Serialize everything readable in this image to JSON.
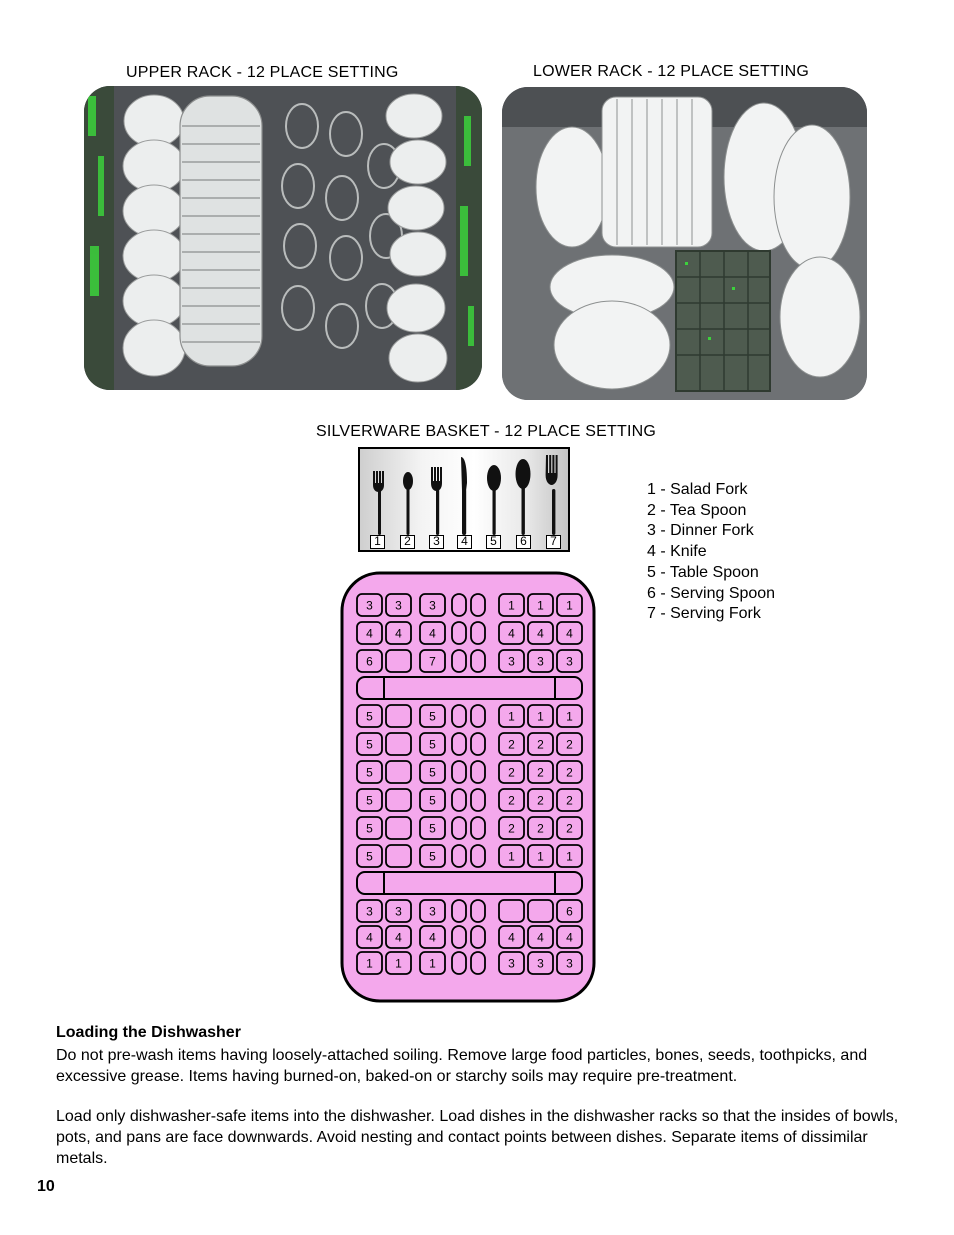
{
  "captions": {
    "upper_rack": "UPPER RACK - 12 PLACE SETTING",
    "lower_rack": "LOWER RACK - 12 PLACE SETTING",
    "silverware_basket": "SILVERWARE BASKET - 12 PLACE SETTING"
  },
  "utensil_labels": [
    "1",
    "2",
    "3",
    "4",
    "5",
    "6",
    "7"
  ],
  "legend": [
    "1 - Salad Fork",
    "2 - Tea Spoon",
    "3 - Dinner Fork",
    "4 - Knife",
    "5 - Table Spoon",
    "6 - Serving Spoon",
    "7 - Serving Fork"
  ],
  "basket_colors": {
    "fill": "#f4a8ec",
    "outline": "#000000"
  },
  "basket_rows": [
    [
      "3",
      "3",
      "3",
      "",
      "",
      "1",
      "1",
      "1"
    ],
    [
      "4",
      "4",
      "4",
      "",
      "",
      "4",
      "4",
      "4"
    ],
    [
      "6",
      "",
      "7",
      "",
      "",
      "3",
      "3",
      "3"
    ],
    [
      "5",
      "",
      "5",
      "",
      "",
      "1",
      "1",
      "1"
    ],
    [
      "5",
      "",
      "5",
      "",
      "",
      "2",
      "2",
      "2"
    ],
    [
      "5",
      "",
      "5",
      "",
      "",
      "2",
      "2",
      "2"
    ],
    [
      "5",
      "",
      "5",
      "",
      "",
      "2",
      "2",
      "2"
    ],
    [
      "5",
      "",
      "5",
      "",
      "",
      "2",
      "2",
      "2"
    ],
    [
      "5",
      "",
      "5",
      "",
      "",
      "1",
      "1",
      "1"
    ],
    [
      "3",
      "3",
      "3",
      "",
      "",
      "",
      "",
      "6"
    ],
    [
      "4",
      "4",
      "4",
      "",
      "",
      "4",
      "4",
      "4"
    ],
    [
      "1",
      "1",
      "1",
      "",
      "",
      "3",
      "3",
      "3"
    ]
  ],
  "section": {
    "heading": "Loading the Dishwasher",
    "paragraph_1": "Do not pre-wash items having loosely-attached soiling. Remove large food particles, bones, seeds, toothpicks, and excessive grease. Items having burned-on, baked-on or starchy soils may require pre-treatment.",
    "paragraph_2": "Load only dishwasher-safe items into the dishwasher. Load dishes in the dishwasher racks so that the insides of bowls, pots, and pans are face downwards. Avoid nesting and contact points between dishes. Separate items of dissimilar metals."
  },
  "page_number": "10"
}
